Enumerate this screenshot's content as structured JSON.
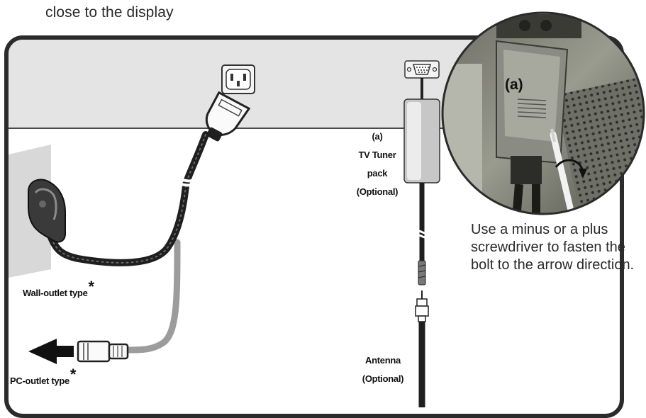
{
  "header": {
    "text": "close to the display"
  },
  "labels": {
    "wall_outlet": "Wall-outlet type",
    "pc_outlet": "PC-outlet type",
    "asterisk": "*",
    "tuner_line1": "(a)",
    "tuner_line2": "TV Tuner",
    "tuner_line3": "pack",
    "tuner_line4": "(Optional)",
    "antenna_line1": "Antenna",
    "antenna_line2": "(Optional)",
    "photo_label": "(a)"
  },
  "caption": {
    "text": "Use a minus or a plus screwdriver to fasten the bolt to the arrow direction."
  },
  "colors": {
    "frame": "#2b2b2b",
    "panel": "#e4e4e4",
    "cable_dark": "#1f1f1f",
    "cable_grey": "#9c9c9c",
    "arrow": "#111111"
  },
  "icons": [
    "power-socket-icon",
    "vga-port-icon",
    "power-plug-icon",
    "wall-plug-icon",
    "pc-plug-icon",
    "left-arrow-icon",
    "tuner-pack-icon",
    "coax-connector-icon",
    "screwdriver-photo"
  ]
}
